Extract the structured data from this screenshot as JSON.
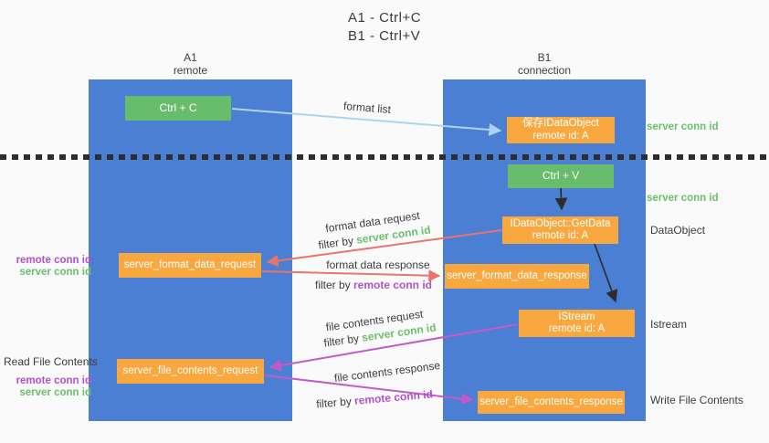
{
  "title": {
    "line1": "A1 - Ctrl+C",
    "line2": "B1 - Ctrl+V"
  },
  "lanes": {
    "a1": {
      "name": "A1",
      "subtitle": "remote"
    },
    "b1": {
      "name": "B1",
      "subtitle": "connection"
    }
  },
  "nodes": {
    "ctrl_c": "Ctrl + C",
    "ctrl_v": "Ctrl + V",
    "save_dataobject": {
      "line1": "保存IDataObject",
      "line2": "remote id: A"
    },
    "getdata": {
      "line1": "IDataObject::GetData",
      "line2": "remote id: A"
    },
    "istream": {
      "line1": "IStream",
      "line2": "remote id: A"
    },
    "format_request": "server_format_data_request",
    "format_response": "server_format_data_response",
    "file_request": "server_file_contents_request",
    "file_response": "server_file_contents_response"
  },
  "side_labels": {
    "server_conn_id_top": "server conn id",
    "server_conn_id_mid": "server conn id",
    "dataobject": "DataObject",
    "istream": "Istream",
    "write_file_contents": "Write File Contents",
    "read_file_contents": "Read File Contents",
    "remote_conn_id": "remote conn id",
    "server_conn_id": "server conn id"
  },
  "arrow_labels": {
    "format_list": "format list",
    "format_data_request": "format data request",
    "format_data_response": "format data response",
    "file_contents_request": "file contents request",
    "file_contents_response": "file contents response",
    "filter_by": "filter by ",
    "server_conn_id": "server conn id",
    "remote_conn_id": "remote conn id"
  },
  "colors": {
    "lane_blue": "#4a7fd4",
    "node_green": "#68bd6c",
    "node_orange": "#f9a83f",
    "arrow_blue": "#aad4f2",
    "arrow_red": "#e9746b",
    "arrow_magenta": "#c45ac6",
    "arrow_black": "#2d2d2d",
    "text_green": "#6abf69",
    "text_purple": "#b052c8"
  }
}
